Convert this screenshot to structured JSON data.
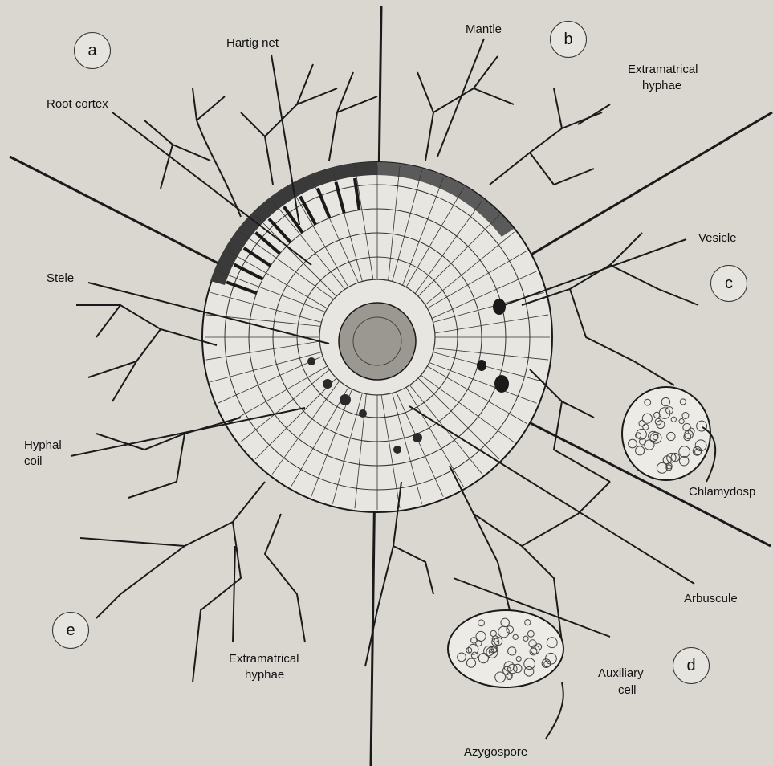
{
  "panels": {
    "a": "a",
    "b": "b",
    "c": "c",
    "d": "d",
    "e": "e"
  },
  "labels": {
    "hartig_net": "Hartig net",
    "mantle": "Mantle",
    "extramatrical_hyphae_top_1": "Extramatrical",
    "extramatrical_hyphae_top_2": "hyphae",
    "root_cortex": "Root cortex",
    "vesicle": "Vesicle",
    "stele": "Stele",
    "hyphal_coil_1": "Hyphal",
    "hyphal_coil_2": "coil",
    "chlamydospore": "Chlamydosp",
    "arbuscule": "Arbuscule",
    "auxiliary_cell_1": "Auxiliary",
    "auxiliary_cell_2": "cell",
    "extramatrical_hyphae_bottom_1": "Extramatrical",
    "extramatrical_hyphae_bottom_2": "hyphae",
    "azygospore": "Azygospore"
  },
  "colors": {
    "ink": "#1a1a1a",
    "paper": "#d9d7d0",
    "cell_fill": "#eeece6"
  }
}
